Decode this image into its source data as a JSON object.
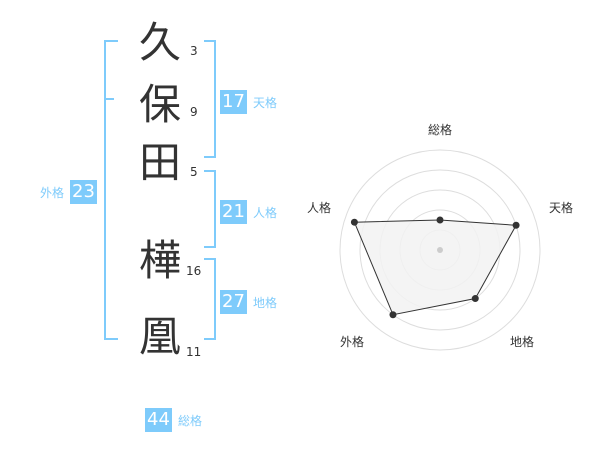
{
  "name": {
    "characters": [
      {
        "char": "久",
        "strokes": "3"
      },
      {
        "char": "保",
        "strokes": "9"
      },
      {
        "char": "田",
        "strokes": "5"
      },
      {
        "char": "樺",
        "strokes": "16"
      },
      {
        "char": "凰",
        "strokes": "11"
      }
    ]
  },
  "fortune": {
    "tenkaku": {
      "value": "17",
      "label": "天格"
    },
    "jinkaku": {
      "value": "21",
      "label": "人格"
    },
    "chikaku": {
      "value": "27",
      "label": "地格"
    },
    "gaikaku": {
      "value": "23",
      "label": "外格"
    },
    "soukaku": {
      "value": "44",
      "label": "総格"
    }
  },
  "radar": {
    "labels": {
      "top": "総格",
      "right": "天格",
      "bottom_right": "地格",
      "bottom_left": "外格",
      "left": "人格"
    },
    "rating_max": 5,
    "ratings": {
      "soukaku": 1.5,
      "tenkaku": 4.0,
      "chikaku": 3.0,
      "gaikaku": 4.0,
      "jinkaku": 4.5
    },
    "colors": {
      "grid": "#dddddd",
      "fill": "#f2f2f2",
      "line": "#333333",
      "center_dot": "#cccccc"
    }
  },
  "accent_color": "#7ecbfb"
}
